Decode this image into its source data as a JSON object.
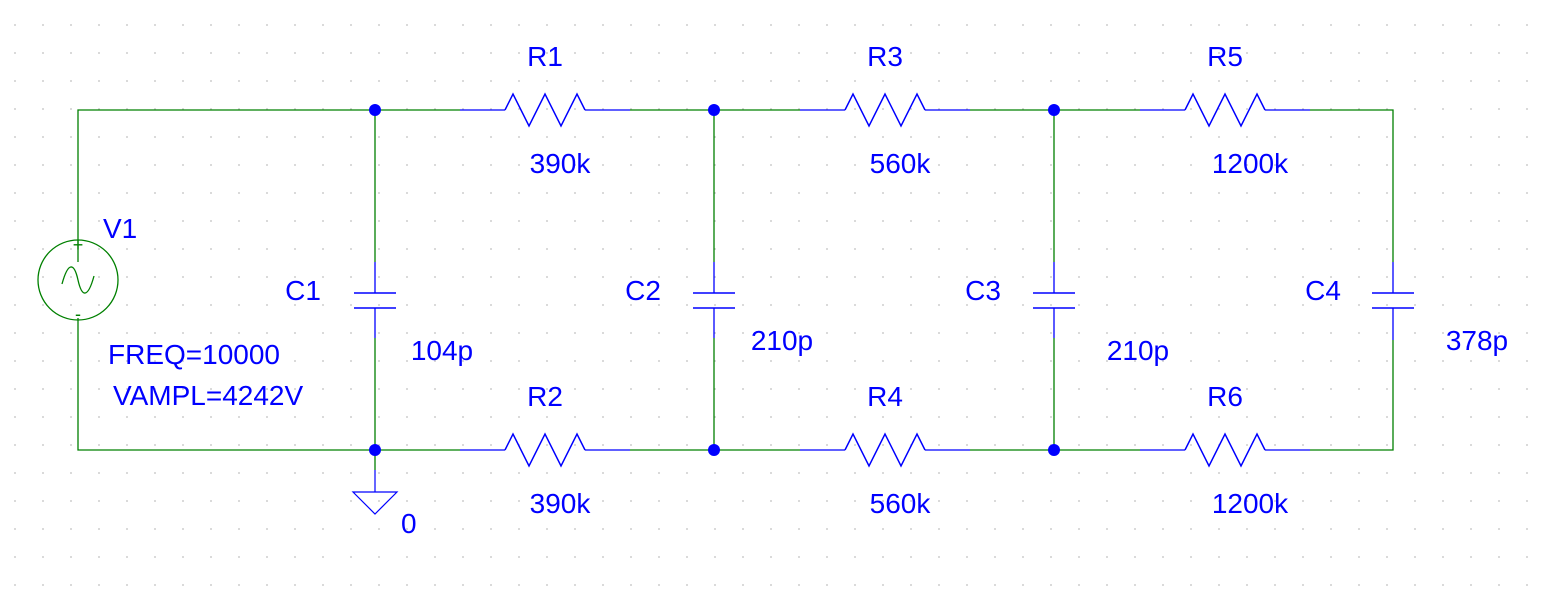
{
  "schematic": {
    "source": {
      "ref": "V1",
      "plus": "+",
      "minus": "-",
      "freq": "FREQ=10000",
      "vampl": "VAMPL=4242V"
    },
    "ground": {
      "net": "0"
    },
    "resistors": [
      {
        "ref": "R1",
        "value": "390k"
      },
      {
        "ref": "R3",
        "value": "560k"
      },
      {
        "ref": "R5",
        "value": "1200k"
      },
      {
        "ref": "R2",
        "value": "390k"
      },
      {
        "ref": "R4",
        "value": "560k"
      },
      {
        "ref": "R6",
        "value": "1200k"
      }
    ],
    "capacitors": [
      {
        "ref": "C1",
        "value": "104p"
      },
      {
        "ref": "C2",
        "value": "210p"
      },
      {
        "ref": "C3",
        "value": "210p"
      },
      {
        "ref": "C4",
        "value": "378p"
      }
    ],
    "colors": {
      "wire": "#008000",
      "component": "#0000ff",
      "label": "#0000ff",
      "grid_dot": "#c0c0c0",
      "background": "#ffffff"
    }
  }
}
